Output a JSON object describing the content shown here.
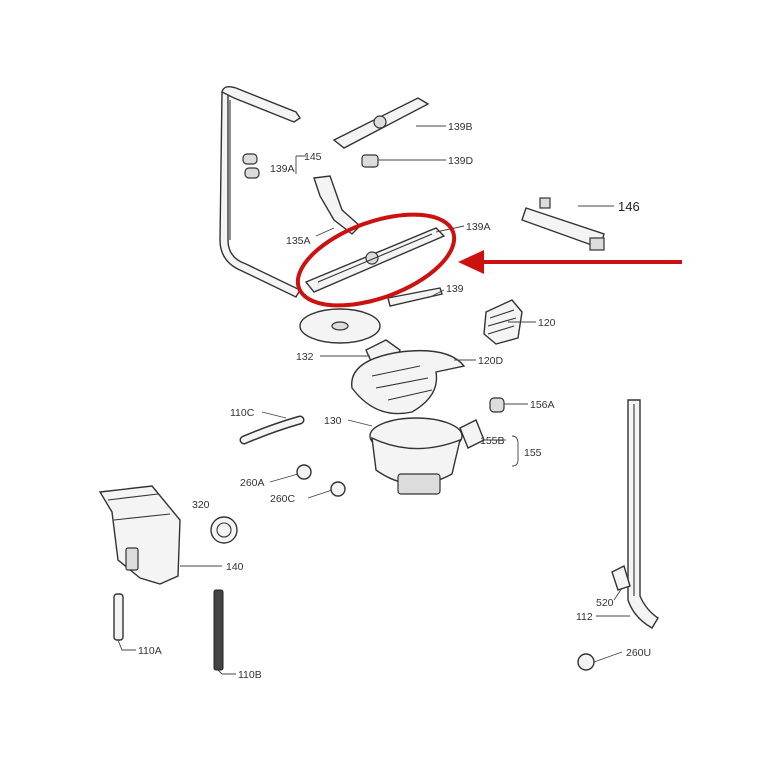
{
  "labels": {
    "l139B": "139B",
    "l145": "145",
    "l139A_small": "139A",
    "l139D": "139D",
    "l146": "146",
    "l135A": "135A",
    "l139A": "139A",
    "l139": "139",
    "l120": "120",
    "l132": "132",
    "l120D": "120D",
    "l110C": "110C",
    "l130": "130",
    "l156A": "156A",
    "l155B": "155B",
    "l155": "155",
    "l260A": "260A",
    "l260C": "260C",
    "l320": "320",
    "l140": "140",
    "l110A": "110A",
    "l110B": "110B",
    "l520": "520",
    "l112": "112",
    "l260U": "260U"
  },
  "colors": {
    "line": "#333333",
    "highlight": "#cc1111"
  }
}
